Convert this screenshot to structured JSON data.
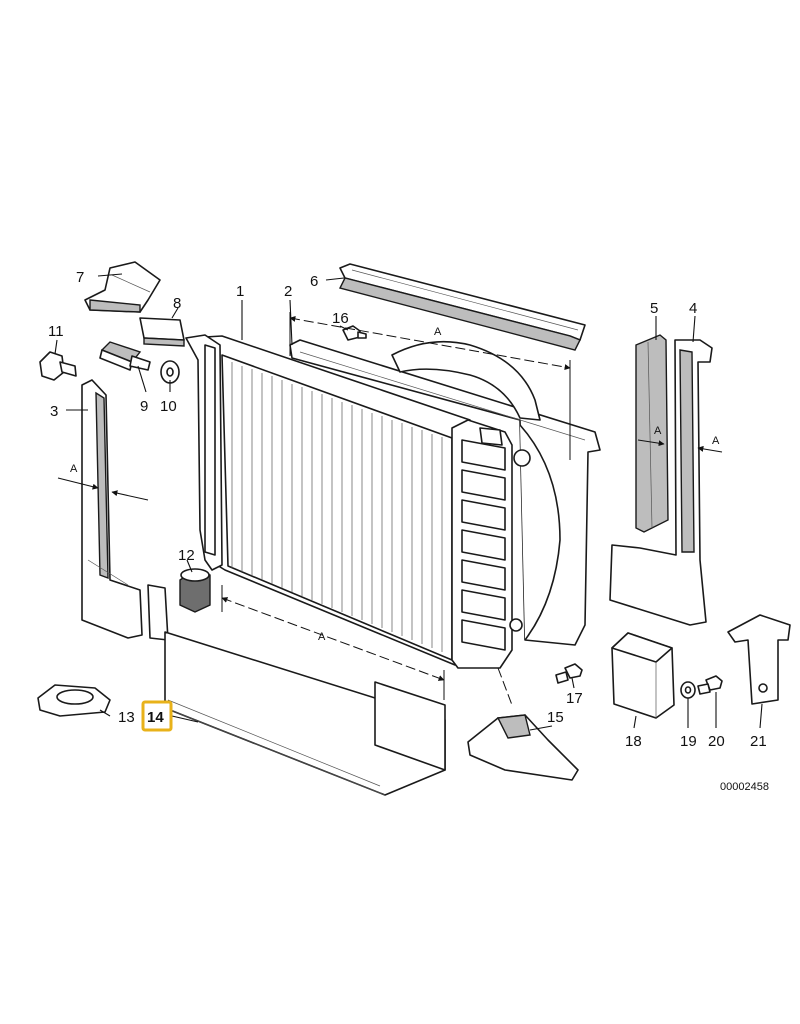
{
  "diagram": {
    "drawing_number": "00002458",
    "dimension_label": "A",
    "highlight_color": "#e8b21a",
    "highlighted_part": "14",
    "callouts": [
      "1",
      "2",
      "3",
      "4",
      "5",
      "6",
      "7",
      "8",
      "9",
      "10",
      "11",
      "12",
      "13",
      "14",
      "15",
      "16",
      "17",
      "18",
      "19",
      "20",
      "21"
    ]
  }
}
